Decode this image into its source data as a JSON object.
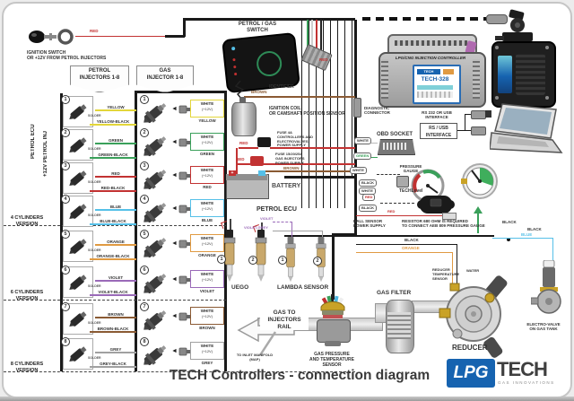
{
  "title": "TECH Controllers - connection diagram",
  "logo": {
    "lpg": "LPG",
    "tech": "TECH",
    "tagline": "GAS INNOVATIONS"
  },
  "colors": {
    "accent_blue": "#1663b0",
    "red": "#c23232",
    "brown": "#8a5a33",
    "violet": "#9a6ab8",
    "grey": "#a0a0a0",
    "blue": "#55c0e8",
    "orange": "#e09a42",
    "green": "#3aa05a",
    "yellow": "#e3d63a",
    "black": "#1a1a1a",
    "white_wire": "#c9c9c9"
  },
  "labels": {
    "ignition": "IGNITION SWITCH\nOR +12V FROM PETROL INJECTORS",
    "red": "RED",
    "petrol_banner": "PETROL\nINJECTORS 1-8",
    "gas_banner": "GAS\nINJECTOR 1-8",
    "petrol_ecu_side": "PETROL ECU",
    "v12_side": "+12V PETROL INJ",
    "switch": "PETROL / GAS\nSWITCH",
    "identifier": "IDENTIFIER",
    "brown": "BROWN",
    "coil": "IGNITION COIL\nOR CAMSHAFT POSITION SENSOR",
    "fuse1": "FUSE 4A\nCONTROLLERS AND\nELECTROVALVES\nPOWER SUPPLY",
    "fuse2": "FUSE 15/20/25A\nGAS INJECTORS\nPOWER SUPPLY",
    "battery": "BATTERY",
    "petrol_ecu": "PETROL ECU",
    "violet": "VIOLET",
    "violet_grey": "VIOLET-GREY",
    "uego": "UEGO",
    "lambda": "LAMBDA SENSOR",
    "n1": "1",
    "n2": "2",
    "controller": "LPG/CNG INJECTION CONTROLLER",
    "model": "TECH-328",
    "tech_mini": "TECH",
    "diag": "DIAGNOSTIC\nCONNECTOR",
    "rs232": "RS 232 OR USB\nINTERFACE",
    "rs_usb": "RS / USB\nINTERFACE",
    "obd": "OBD SOCKET",
    "white": "WHITE",
    "green": "GREEN",
    "black": "BLACK",
    "blue": "BLUE",
    "orange": "ORANGE",
    "pressure_gauge": "PRESSURE\nGAUGE",
    "techlevel": "TECHLevel",
    "hall": "HALL SENSOR\nPOWER SUPPLY",
    "resistor": "RESISTOR 680 OHM IS REQUIRED\nTO CONNECT AEB 809 PRESSURE GAUGE",
    "reducer_temp": "REDUCER\nTEMPERATURE\nSENSOR",
    "water": "WATER",
    "gas_filter": "GAS FILTER",
    "reducer": "REDUCER",
    "electro_valve": "ELECTRO-VALVE\nON GAS TANK",
    "gas_rail": "GAS TO\nINJECTORS RAIL",
    "inlet": "TO INLET MANIFOLD\n(MAP)",
    "gas_pressure": "GAS PRESSURE\nAND TEMPERATURE\nSENSOR",
    "solder": "SOLDER",
    "cyl4": "4 CYLINDERS\nVERSION",
    "cyl6": "6 CYLINDERS\nVERSION",
    "cyl8": "8 CYLINDERS\nVERSION"
  },
  "petrol_injectors": [
    {
      "num": "1",
      "wire": "YELLOW",
      "wire2": "YELLOW-BLACK",
      "color": "#e3d63a"
    },
    {
      "num": "2",
      "wire": "GREEN",
      "wire2": "GREEN-BLACK",
      "color": "#3aa05a"
    },
    {
      "num": "3",
      "wire": "RED",
      "wire2": "RED-BLACK",
      "color": "#c23232"
    },
    {
      "num": "4",
      "wire": "BLUE",
      "wire2": "BLUE-BLACK",
      "color": "#55c0e8"
    },
    {
      "num": "5",
      "wire": "ORANGE",
      "wire2": "ORANGE-BLACK",
      "color": "#e09a42"
    },
    {
      "num": "6",
      "wire": "VIOLET",
      "wire2": "VIOLET-BLACK",
      "color": "#9a6ab8"
    },
    {
      "num": "7",
      "wire": "BROWN",
      "wire2": "BROWN-BLACK",
      "color": "#8a5a33"
    },
    {
      "num": "8",
      "wire": "GREY",
      "wire2": "GREY-BLACK",
      "color": "#a0a0a0"
    }
  ],
  "gas_injectors": [
    {
      "num": "1",
      "top_label": "WHITE",
      "sub_label": "(+12V)",
      "wire": "YELLOW",
      "color": "#e3d63a"
    },
    {
      "num": "2",
      "top_label": "WHITE",
      "sub_label": "(+12V)",
      "wire": "GREEN",
      "color": "#3aa05a"
    },
    {
      "num": "3",
      "top_label": "WHITE",
      "sub_label": "(+12V)",
      "wire": "RED",
      "color": "#c23232"
    },
    {
      "num": "4",
      "top_label": "WHITE",
      "sub_label": "(+12V)",
      "wire": "BLUE",
      "color": "#55c0e8"
    },
    {
      "num": "5",
      "top_label": "WHITE",
      "sub_label": "(+12V)",
      "wire": "ORANGE",
      "color": "#e09a42"
    },
    {
      "num": "6",
      "top_label": "WHITE",
      "sub_label": "(+12V)",
      "wire": "VIOLET",
      "color": "#9a6ab8"
    },
    {
      "num": "7",
      "top_label": "WHITE",
      "sub_label": "(+12V)",
      "wire": "BROWN",
      "color": "#8a5a33"
    },
    {
      "num": "8",
      "top_label": "WHITE",
      "sub_label": "(+12V)",
      "wire": "GREY",
      "color": "#a0a0a0"
    }
  ]
}
